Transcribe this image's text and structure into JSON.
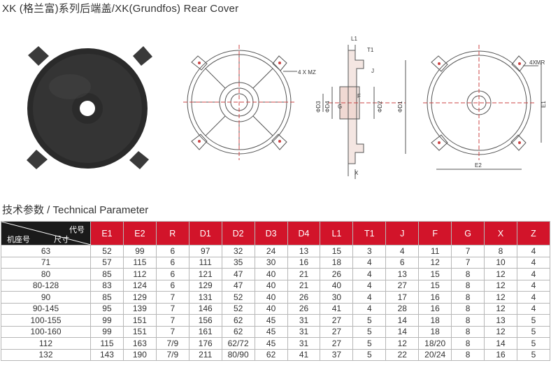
{
  "title": "XK (格兰富)系列后端盖/XK(Grundfos) Rear Cover",
  "subtitle": "技术参数 / Technical Parameter",
  "drawing_labels": {
    "mz": "4 X MZ",
    "mr": "4XMR",
    "l1": "L1",
    "t1": "T1",
    "j": "J",
    "f": "F",
    "g": "G",
    "x": "X",
    "d3": "ΦD3",
    "d4": "ΦD4",
    "d2": "ΦD2",
    "d1": "ΦD1",
    "e1": "E1",
    "e2": "E2"
  },
  "table": {
    "corner": {
      "code": "代号",
      "size": "尺寸",
      "frame": "机座号"
    },
    "headers": [
      "E1",
      "E2",
      "R",
      "D1",
      "D2",
      "D3",
      "D4",
      "L1",
      "T1",
      "J",
      "F",
      "G",
      "X",
      "Z"
    ],
    "rows": [
      [
        "63",
        "52",
        "99",
        "6",
        "97",
        "32",
        "24",
        "13",
        "15",
        "3",
        "4",
        "11",
        "7",
        "8",
        "4"
      ],
      [
        "71",
        "57",
        "115",
        "6",
        "111",
        "35",
        "30",
        "16",
        "18",
        "4",
        "6",
        "12",
        "7",
        "10",
        "4"
      ],
      [
        "80",
        "85",
        "112",
        "6",
        "121",
        "47",
        "40",
        "21",
        "26",
        "4",
        "13",
        "15",
        "8",
        "12",
        "4"
      ],
      [
        "80-128",
        "83",
        "124",
        "6",
        "129",
        "47",
        "40",
        "21",
        "40",
        "4",
        "27",
        "15",
        "8",
        "12",
        "4"
      ],
      [
        "90",
        "85",
        "129",
        "7",
        "131",
        "52",
        "40",
        "26",
        "30",
        "4",
        "17",
        "16",
        "8",
        "12",
        "4"
      ],
      [
        "90-145",
        "95",
        "139",
        "7",
        "146",
        "52",
        "40",
        "26",
        "41",
        "4",
        "28",
        "16",
        "8",
        "12",
        "4"
      ],
      [
        "100-155",
        "99",
        "151",
        "7",
        "156",
        "62",
        "45",
        "31",
        "27",
        "5",
        "14",
        "18",
        "8",
        "13",
        "5"
      ],
      [
        "100-160",
        "99",
        "151",
        "7",
        "161",
        "62",
        "45",
        "31",
        "27",
        "5",
        "14",
        "18",
        "8",
        "12",
        "5"
      ],
      [
        "112",
        "115",
        "163",
        "7/9",
        "176",
        "62/72",
        "45",
        "31",
        "27",
        "5",
        "12",
        "18/20",
        "8",
        "14",
        "5"
      ],
      [
        "132",
        "143",
        "190",
        "7/9",
        "211",
        "80/90",
        "62",
        "41",
        "37",
        "5",
        "22",
        "20/24",
        "8",
        "16",
        "5"
      ]
    ]
  }
}
